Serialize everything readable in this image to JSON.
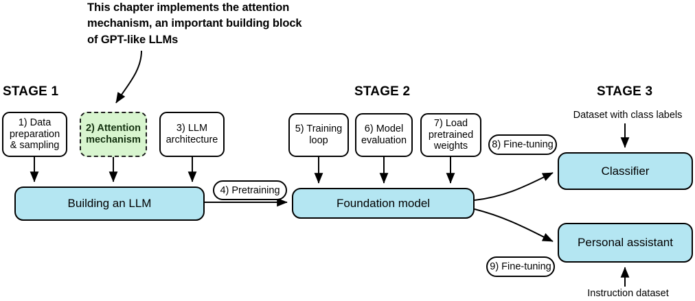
{
  "annotation": {
    "text": "This chapter implements the attention mechanism, an important building block of GPT-like LLMs"
  },
  "stages": {
    "stage1_label": "STAGE 1",
    "stage2_label": "STAGE 2",
    "stage3_label": "STAGE 3"
  },
  "nodes": {
    "data_preparation": "1) Data preparation & sampling",
    "attention_mechanism": "2) Attention mechanism",
    "llm_architecture": "3) LLM architecture",
    "building_an_llm": "Building an LLM",
    "pretraining": "4) Pretraining",
    "training_loop": "5) Training loop",
    "model_evaluation": "6) Model evaluation",
    "load_pretrained_weights": "7) Load pretrained weights",
    "fine_tuning_8": "8) Fine-tuning",
    "foundation_model": "Foundation model",
    "fine_tuning_9": "9) Fine-tuning",
    "classifier": "Classifier",
    "personal_assistant": "Personal assistant"
  },
  "labels": {
    "dataset_with_class_labels": "Dataset with class labels",
    "instruction_dataset": "Instruction dataset"
  },
  "colors": {
    "highlight_fill": "#d8f5cf",
    "highlight_border": "#1a1a1a",
    "highlight_text": "#13310f",
    "model_fill": "#b4e6f2",
    "stroke": "#000000",
    "background": "#ffffff"
  }
}
